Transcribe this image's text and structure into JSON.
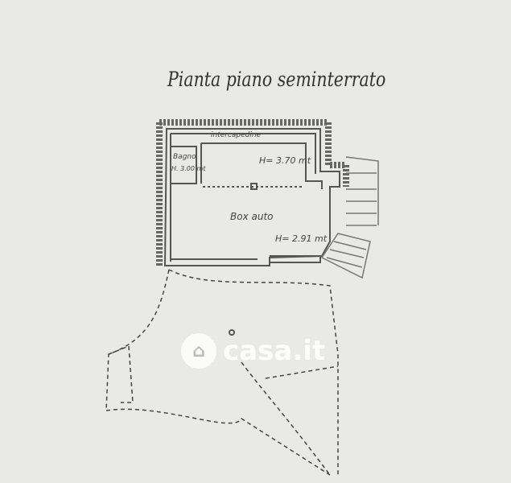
{
  "title": "Pianta piano seminterrato",
  "rooms": {
    "intercapedine": "intercapedine",
    "bagno": "Bagno",
    "bagno_height": "H. 3.00 mt",
    "upper_height": "H= 3.70 mt",
    "box": "Box auto",
    "box_height": "H= 2.91 mt"
  },
  "watermark": "casa.it"
}
